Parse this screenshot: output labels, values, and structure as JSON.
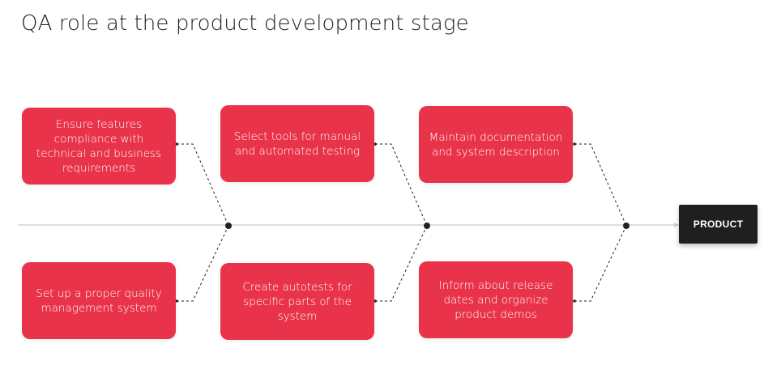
{
  "title": "QA role at the product development stage",
  "colors": {
    "box": "#e8334a",
    "product": "#1f1f1f",
    "spine": "#cccccc",
    "connector": "#222222"
  },
  "boxes": {
    "top": [
      "Ensure features compliance with technical and business requirements",
      "Select tools for manual and automated testing",
      "Maintain documentation and system description"
    ],
    "bottom": [
      "Set up a proper quality management system",
      "Create autotests for specific parts of the system",
      "Inform about release dates and organize product demos"
    ]
  },
  "product": {
    "label": "PRODUCT"
  }
}
